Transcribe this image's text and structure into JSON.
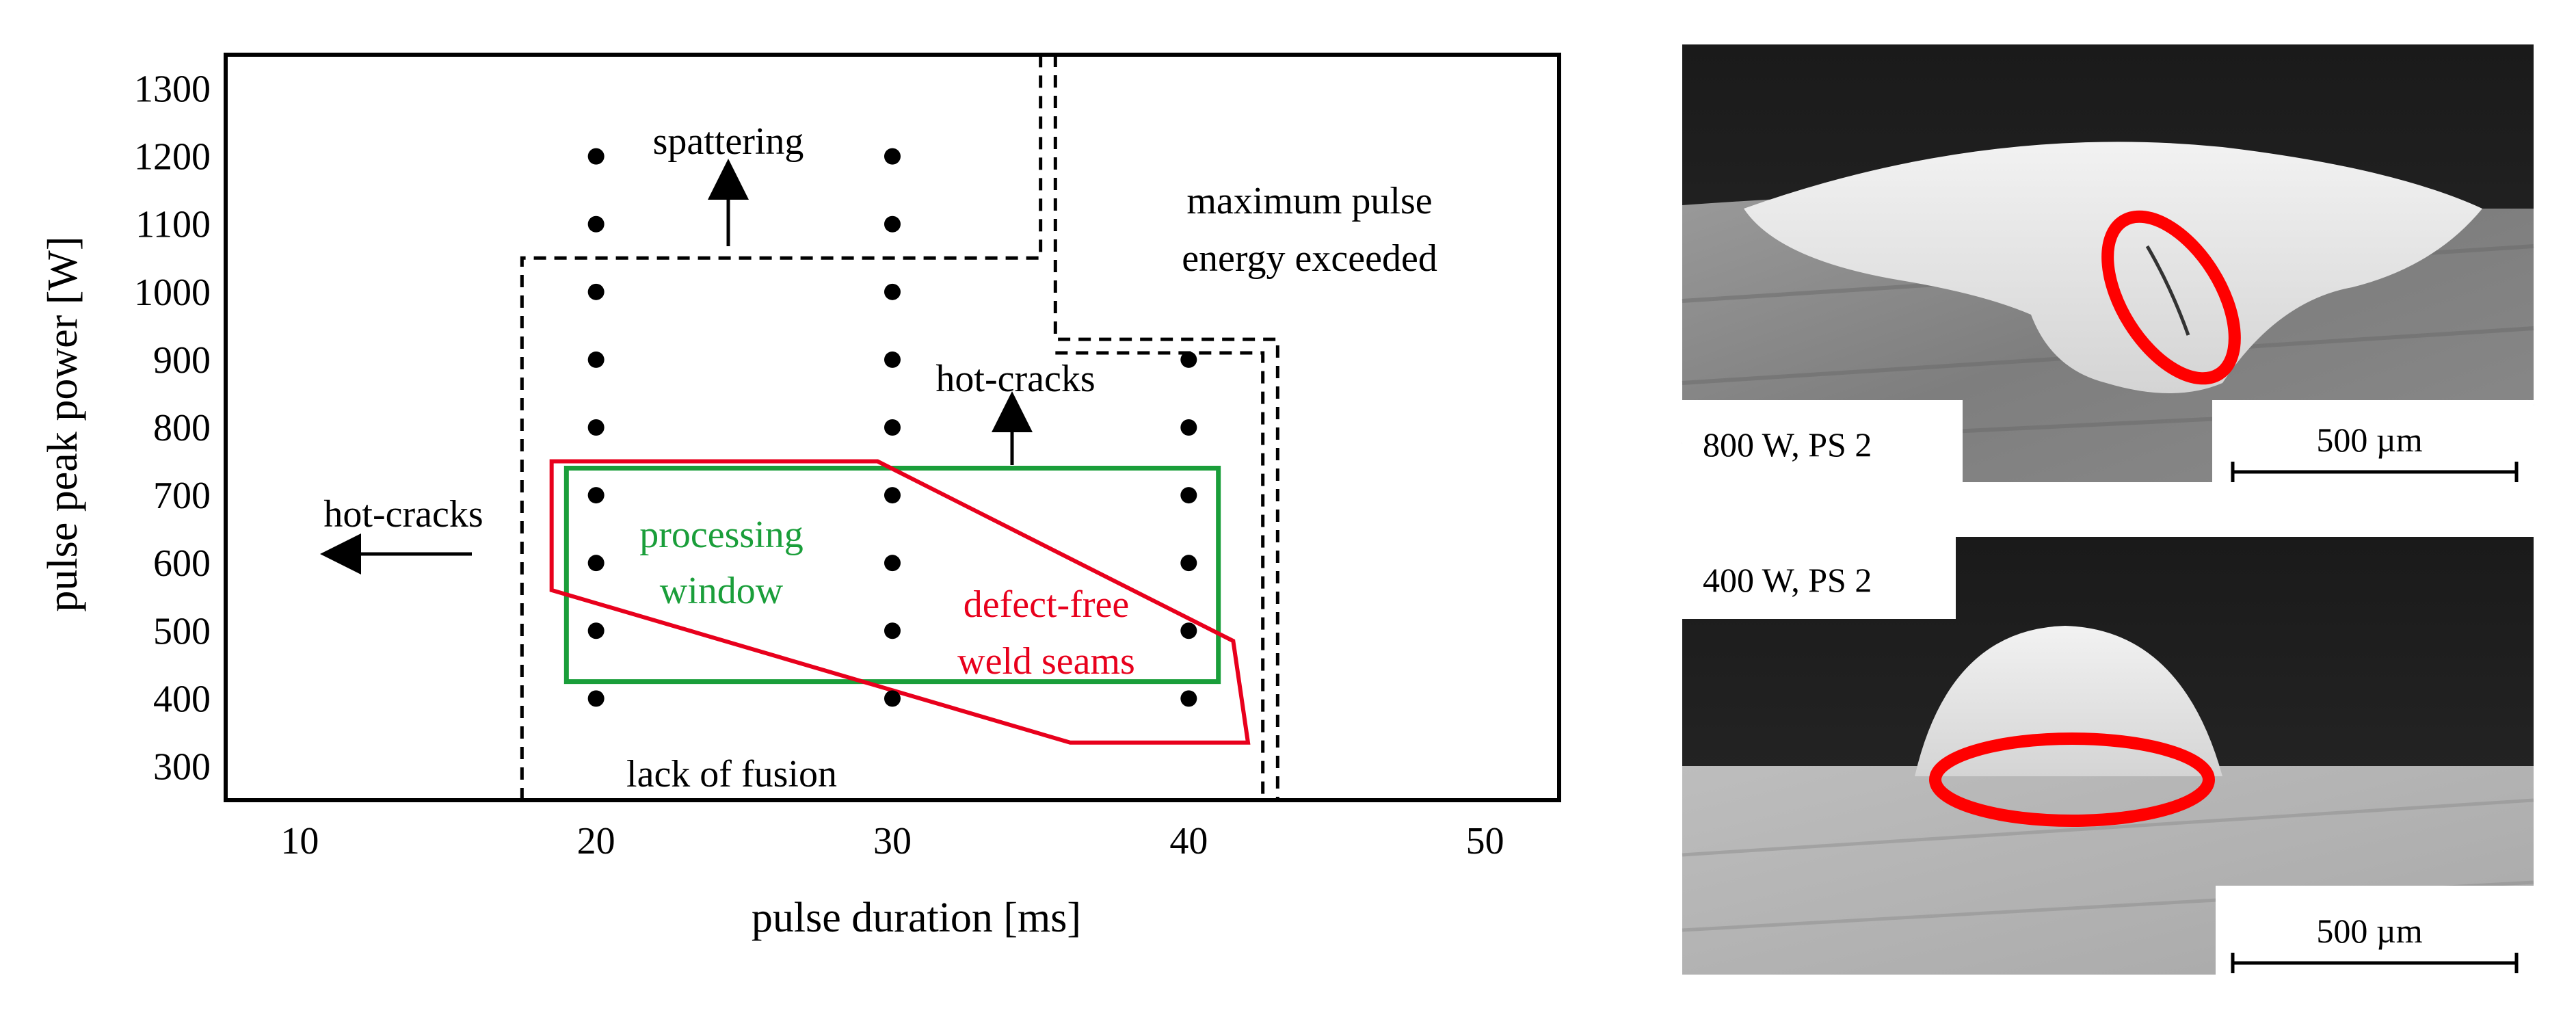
{
  "chart_data": {
    "type": "scatter",
    "xlabel": "pulse duration [ms]",
    "ylabel": "pulse peak power [W]",
    "xlim": [
      7.5,
      52.5
    ],
    "ylim": [
      250,
      1350
    ],
    "x_ticks": [
      "10",
      "20",
      "30",
      "40",
      "50"
    ],
    "y_ticks": [
      "300",
      "400",
      "500",
      "600",
      "700",
      "800",
      "900",
      "1000",
      "1100",
      "1200",
      "1300"
    ],
    "x_tick_values": [
      10,
      20,
      30,
      40,
      50
    ],
    "y_tick_values": [
      300,
      400,
      500,
      600,
      700,
      800,
      900,
      1000,
      1100,
      1200,
      1300
    ],
    "series": [
      {
        "x": [
          20,
          20,
          20,
          20,
          20,
          20,
          20,
          20,
          20,
          30,
          30,
          30,
          30,
          30,
          30,
          30,
          30,
          30,
          40,
          40,
          40,
          40,
          40,
          40
        ],
        "y": [
          1200,
          1100,
          1000,
          900,
          800,
          700,
          600,
          500,
          400,
          1200,
          1100,
          1000,
          900,
          800,
          700,
          600,
          500,
          400,
          900,
          800,
          700,
          600,
          500,
          400
        ]
      }
    ],
    "regions": {
      "spattering_boundary": [
        [
          17.5,
          250
        ],
        [
          17.5,
          1050
        ],
        [
          35,
          1050
        ],
        [
          35,
          1350
        ]
      ],
      "energy_boundary_outer": [
        [
          35.5,
          1350
        ],
        [
          35.5,
          930
        ],
        [
          43,
          930
        ],
        [
          43,
          250
        ]
      ],
      "energy_boundary_inner": [
        [
          35.5,
          910
        ],
        [
          42.5,
          910
        ],
        [
          42.5,
          250
        ]
      ],
      "processing_window": [
        [
          19,
          425
        ],
        [
          41,
          425
        ],
        [
          41,
          740
        ],
        [
          19,
          740
        ]
      ],
      "defect_free": [
        [
          18.5,
          750
        ],
        [
          29.5,
          750
        ],
        [
          41.5,
          485
        ],
        [
          42,
          335
        ],
        [
          36,
          335
        ],
        [
          18.5,
          560
        ]
      ]
    },
    "annotations": {
      "spattering": "spattering",
      "max_energy_line1": "maximum pulse",
      "max_energy_line2": "energy exceeded",
      "hot_cracks_right": "hot-cracks",
      "hot_cracks_left": "hot-cracks",
      "processing_line1": "processing",
      "processing_line2": "window",
      "defect_free_line1": "defect-free",
      "defect_free_line2": "weld seams",
      "lack_of_fusion": "lack of fusion"
    },
    "colors": {
      "processing_window": "#1a9e3a",
      "defect_free": "#e8001c",
      "ellipse": "#ff0000"
    }
  },
  "micrographs": [
    {
      "label": "800 W, PS 2",
      "scale": "500 µm"
    },
    {
      "label": "400 W, PS 2",
      "scale": "500 µm"
    }
  ]
}
